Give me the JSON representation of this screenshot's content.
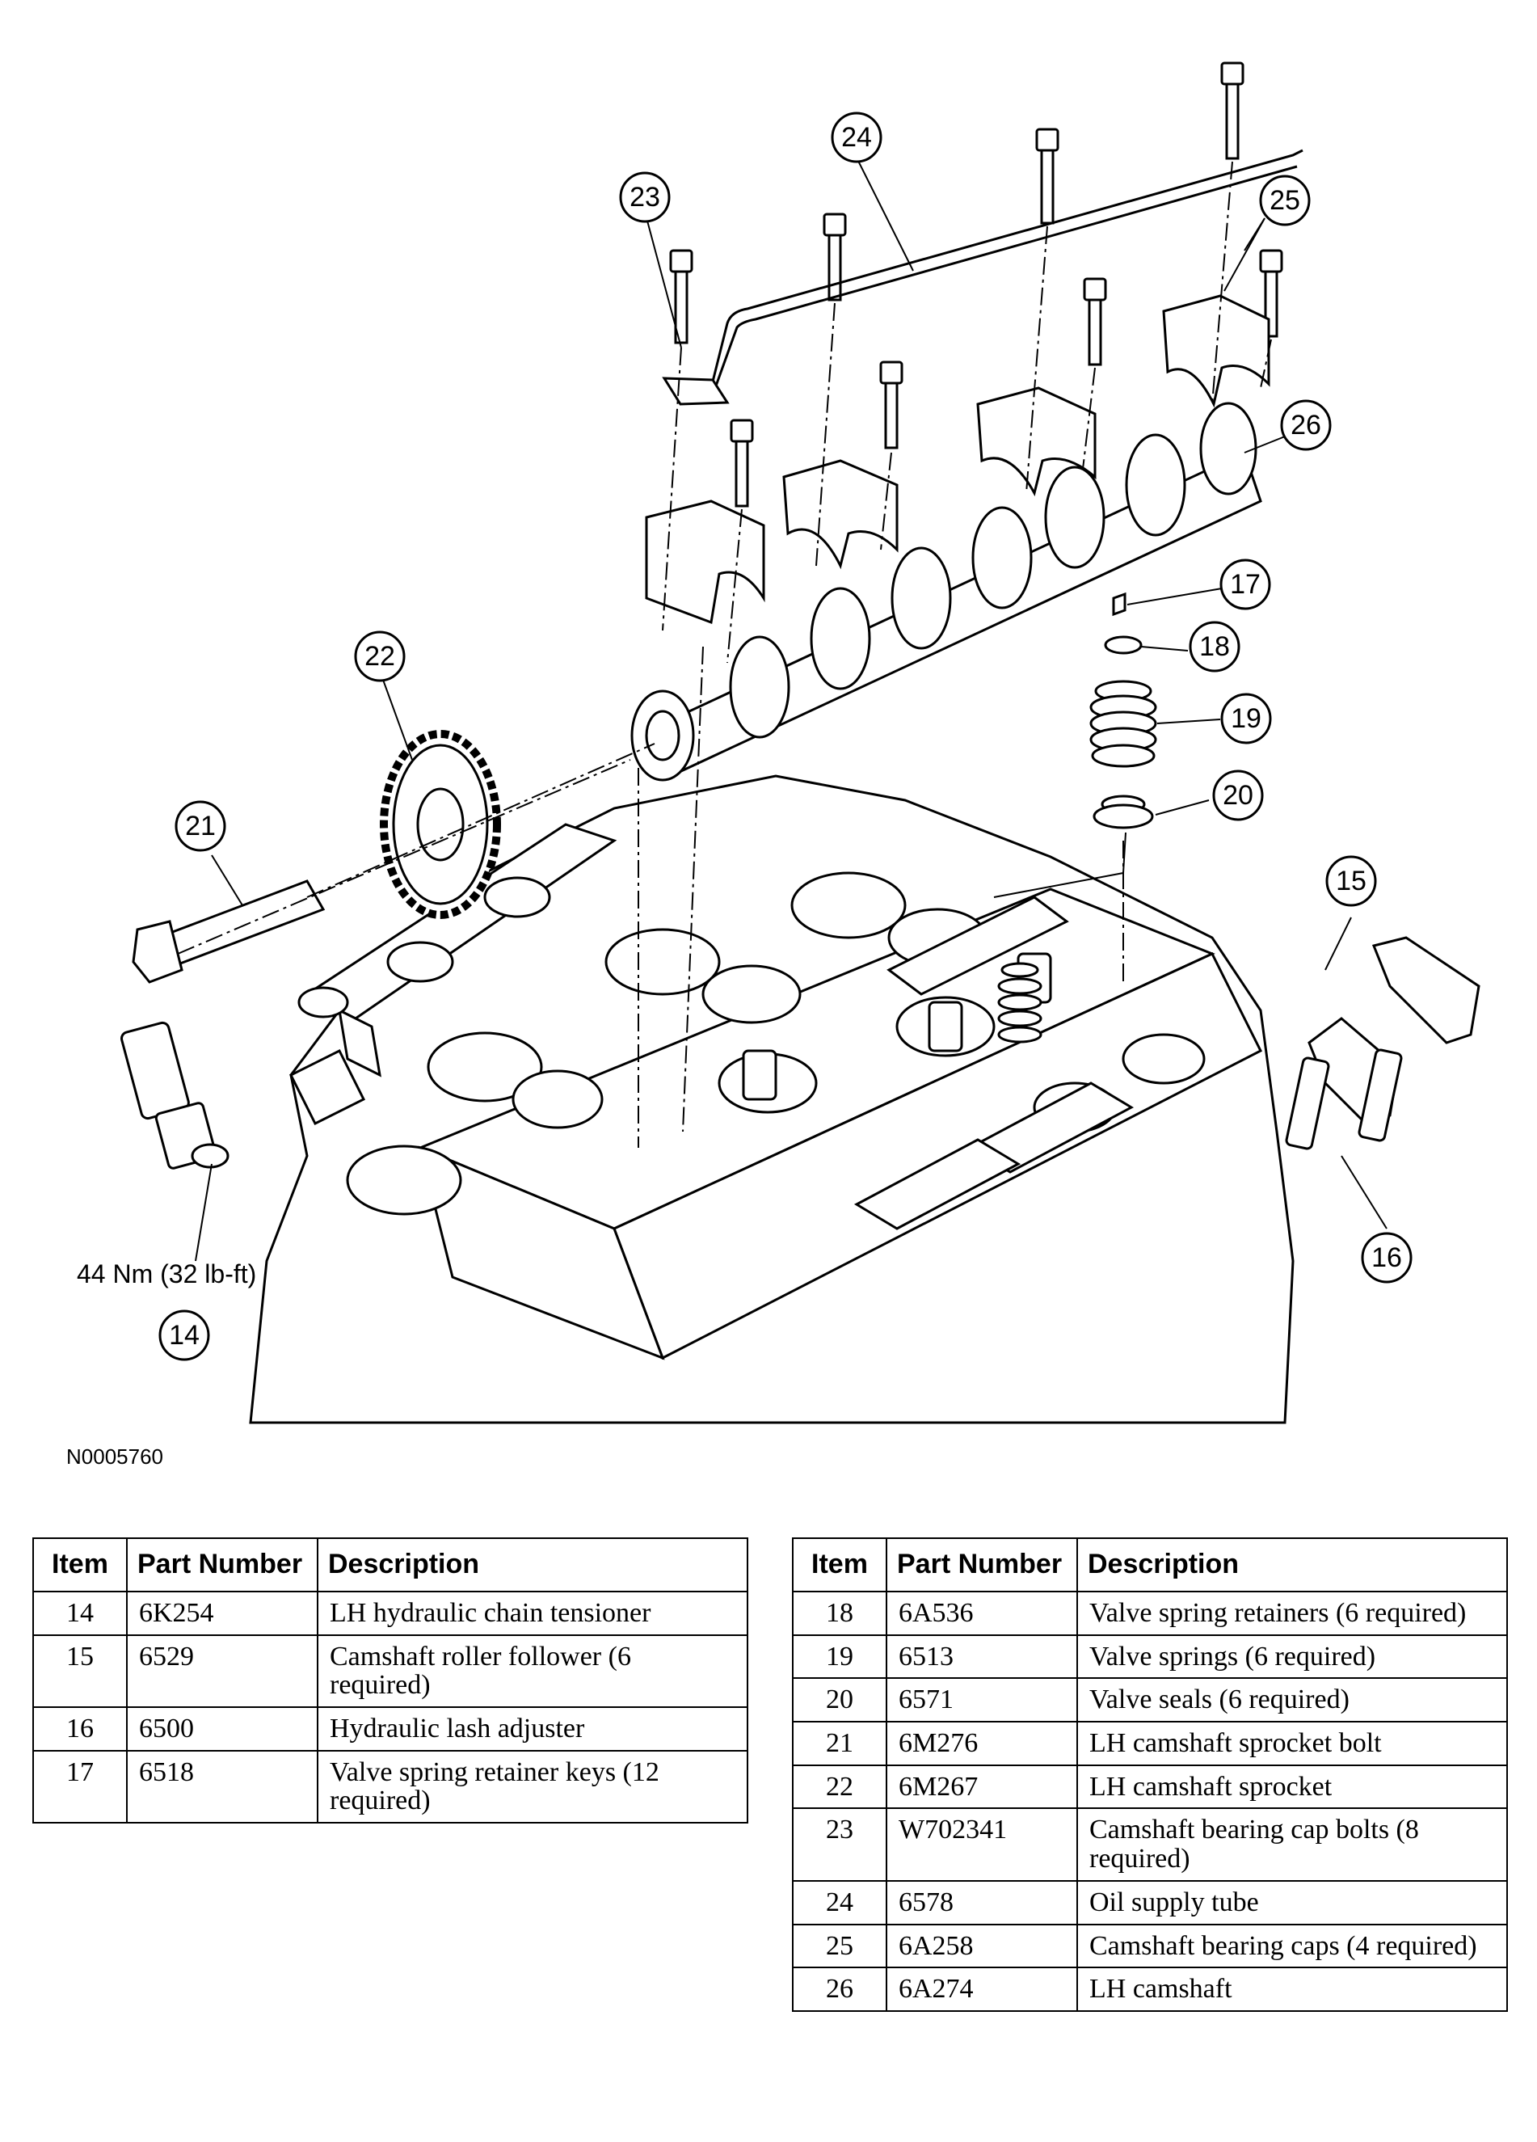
{
  "figure": {
    "id": "N0005760",
    "torque_spec": "44 Nm (32 lb-ft)",
    "callouts": [
      "14",
      "15",
      "16",
      "17",
      "18",
      "19",
      "20",
      "21",
      "22",
      "23",
      "24",
      "25",
      "26"
    ]
  },
  "table_left": {
    "headers": [
      "Item",
      "Part Number",
      "Description"
    ],
    "rows": [
      {
        "item": "14",
        "part": "6K254",
        "desc": "LH hydraulic chain tensioner"
      },
      {
        "item": "15",
        "part": "6529",
        "desc": "Camshaft roller follower (6 required)"
      },
      {
        "item": "16",
        "part": "6500",
        "desc": "Hydraulic lash adjuster"
      },
      {
        "item": "17",
        "part": "6518",
        "desc": "Valve spring retainer keys (12 required)"
      }
    ]
  },
  "table_right": {
    "headers": [
      "Item",
      "Part Number",
      "Description"
    ],
    "rows": [
      {
        "item": "18",
        "part": "6A536",
        "desc": "Valve spring retainers (6 required)"
      },
      {
        "item": "19",
        "part": "6513",
        "desc": "Valve springs (6 required)"
      },
      {
        "item": "20",
        "part": "6571",
        "desc": "Valve seals (6 required)"
      },
      {
        "item": "21",
        "part": "6M276",
        "desc": "LH camshaft sprocket bolt"
      },
      {
        "item": "22",
        "part": "6M267",
        "desc": "LH camshaft sprocket"
      },
      {
        "item": "23",
        "part": "W702341",
        "desc": "Camshaft bearing cap bolts (8 required)"
      },
      {
        "item": "24",
        "part": "6578",
        "desc": "Oil supply tube"
      },
      {
        "item": "25",
        "part": "6A258",
        "desc": "Camshaft bearing caps (4 required)"
      },
      {
        "item": "26",
        "part": "6A274",
        "desc": "LH camshaft"
      }
    ]
  }
}
